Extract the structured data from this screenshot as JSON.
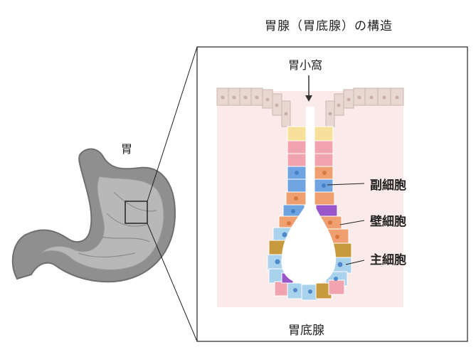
{
  "title": "胃腺（胃底腺）の構造",
  "labels": {
    "stomach": "胃",
    "gastric_pit": "胃小窩",
    "fundic_gland": "胃底腺",
    "accessory_cell": "副細胞",
    "parietal_cell": "壁細胞",
    "chief_cell": "主細胞"
  },
  "colors": {
    "stomach_fill": "#8f8f8f",
    "detail_bg": "#fbeaea",
    "surface_cell": "#e9d8d2",
    "yellow_cell": "#f7e09a",
    "pink_cell": "#f2a3b0",
    "blue_cell": "#6fa4e0",
    "orange_cell": "#f0a070",
    "chief_cell": "#a9d2ec",
    "mustard_cell": "#c89a3e",
    "purple_cell": "#9a55c8"
  }
}
